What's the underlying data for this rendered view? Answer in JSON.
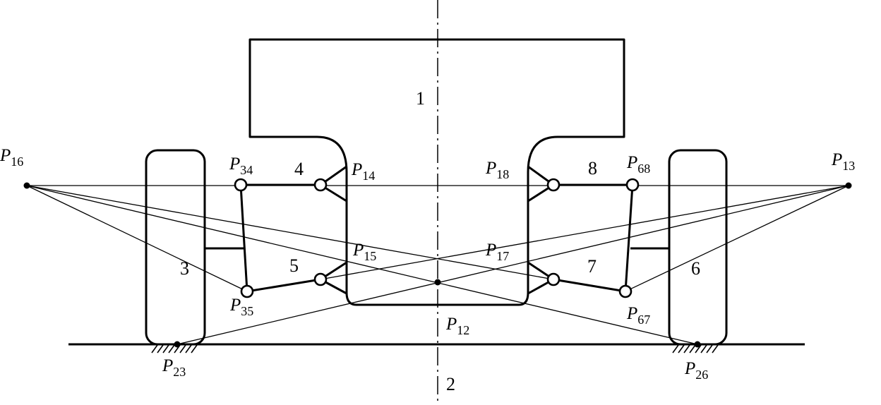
{
  "bodies": {
    "b1": "1",
    "b2": "2",
    "b3": "3",
    "b4": "4",
    "b5": "5",
    "b6": "6",
    "b7": "7",
    "b8": "8"
  },
  "points": {
    "p16": {
      "main": "P",
      "sub": "16"
    },
    "p34": {
      "main": "P",
      "sub": "34"
    },
    "p14": {
      "main": "P",
      "sub": "14"
    },
    "p18": {
      "main": "P",
      "sub": "18"
    },
    "p68": {
      "main": "P",
      "sub": "68"
    },
    "p13": {
      "main": "P",
      "sub": "13"
    },
    "p15": {
      "main": "P",
      "sub": "15"
    },
    "p17": {
      "main": "P",
      "sub": "17"
    },
    "p35": {
      "main": "P",
      "sub": "35"
    },
    "p67": {
      "main": "P",
      "sub": "67"
    },
    "p12": {
      "main": "P",
      "sub": "12"
    },
    "p23": {
      "main": "P",
      "sub": "23"
    },
    "p26": {
      "main": "P",
      "sub": "26"
    }
  },
  "colors": {
    "line": "#000000",
    "background": "#ffffff"
  }
}
